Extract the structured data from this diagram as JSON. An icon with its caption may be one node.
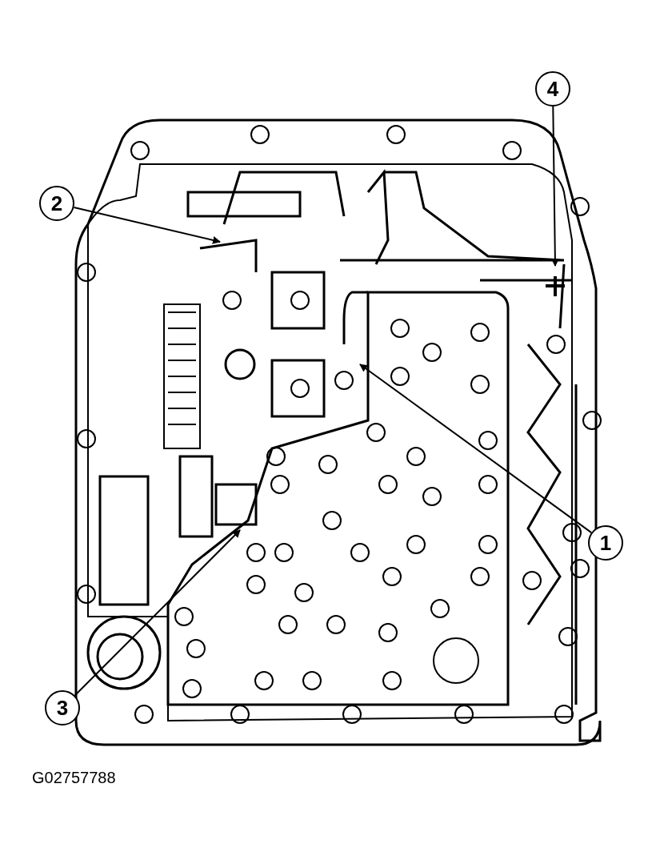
{
  "diagram": {
    "nodes": [
      {
        "text": [
          "4"
        ]
      },
      {
        "text": [
          "2"
        ]
      },
      {
        "text": [
          "1"
        ]
      },
      {
        "text": [
          "3"
        ]
      }
    ],
    "edges": [
      {
        "from": 0,
        "to": null,
        "arrow": "to"
      },
      {
        "from": 1,
        "to": null,
        "arrow": "to"
      },
      {
        "from": 2,
        "to": null,
        "arrow": "to"
      },
      {
        "from": 3,
        "to": null,
        "arrow": "to"
      }
    ],
    "labels": [
      "G02757788"
    ]
  }
}
